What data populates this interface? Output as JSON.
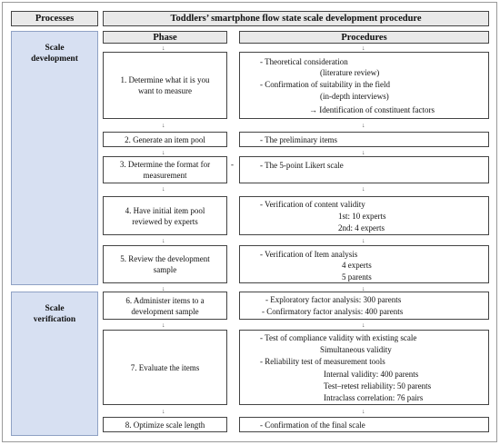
{
  "header": {
    "processes": "Processes",
    "title": "Toddlers’ smartphone flow state scale development procedure",
    "phase": "Phase",
    "procedures": "Procedures"
  },
  "sections": {
    "development": [
      "Scale",
      "development"
    ],
    "verification": [
      "Scale",
      "verification"
    ]
  },
  "arrow": "↓",
  "dash": "-",
  "steps": [
    {
      "phase": [
        "1. Determine what it is you",
        "want to measure"
      ],
      "procedures": [
        "-        Theoretical consideration",
        "(literature review)",
        "-        Confirmation of suitability in the field",
        "(in-depth interviews)",
        "→ Identification of constituent factors"
      ]
    },
    {
      "phase": [
        "2. Generate an item pool"
      ],
      "procedures": [
        "-        The preliminary items"
      ]
    },
    {
      "phase": [
        "3. Determine the format for",
        "measurement"
      ],
      "procedures": [
        "-        The 5-point Likert scale"
      ]
    },
    {
      "phase": [
        "4. Have initial item pool",
        "reviewed by experts"
      ],
      "procedures": [
        "-        Verification of content validity",
        "1st: 10 experts",
        "2nd: 4 experts"
      ]
    },
    {
      "phase": [
        "5. Review the development",
        "sample"
      ],
      "procedures": [
        "-        Verification of Item analysis",
        "4 experts",
        "5 parents"
      ]
    },
    {
      "phase": [
        "6. Administer items to a",
        "development sample"
      ],
      "procedures": [
        "- Exploratory factor analysis: 300 parents",
        "- Confirmatory factor analysis: 400 parents"
      ]
    },
    {
      "phase": [
        "7. Evaluate the items"
      ],
      "procedures": [
        "-        Test of compliance validity with existing scale",
        "Simultaneous validity",
        "-        Reliability test of measurement tools",
        "Internal validity: 400 parents",
        "Test–retest reliability: 50 parents",
        "Intraclass correlation: 76 pairs"
      ]
    },
    {
      "phase": [
        "8. Optimize scale length"
      ],
      "procedures": [
        "-        Confirmation of the final scale"
      ]
    }
  ]
}
